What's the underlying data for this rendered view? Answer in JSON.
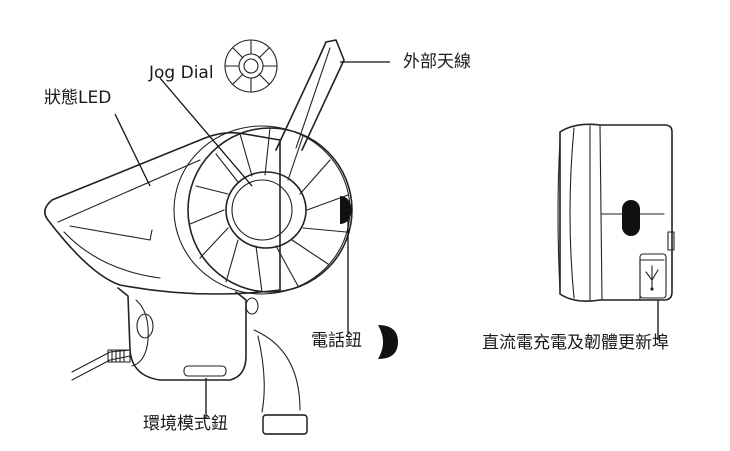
{
  "labels": {
    "jog_dial": "Jog Dial",
    "status_led": "狀態LED",
    "external_antenna": "外部天線",
    "phone_button": "電話鈕",
    "ambient_mode_button": "環境模式鈕",
    "charge_port": "直流電充電及韌體更新埠"
  },
  "icons": {
    "usb": "usb-icon"
  }
}
